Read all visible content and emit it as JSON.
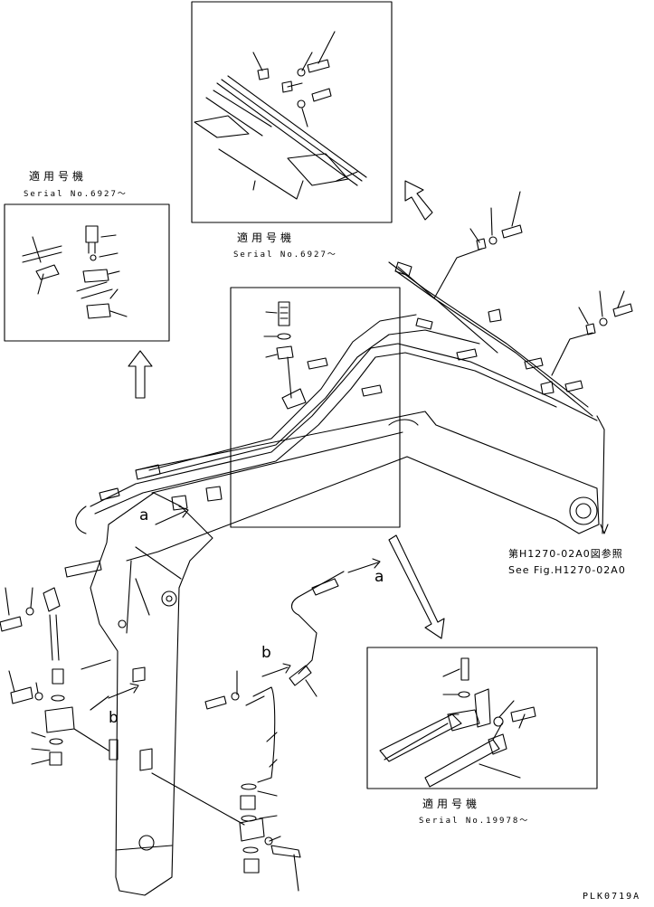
{
  "insets": [
    {
      "id": "top",
      "model_label": "適用号機",
      "serial_label": "Serial No.6927～"
    },
    {
      "id": "left",
      "model_label": "適用号機",
      "serial_label": "Serial No.6927～"
    },
    {
      "id": "bottom-right",
      "model_label": "適用号機",
      "serial_label": "Serial No.19978～"
    }
  ],
  "reference": {
    "jp": "第H1270-02A0図参照",
    "en": "See Fig.H1270-02A0"
  },
  "view_markers": {
    "a": "a",
    "b": "b"
  },
  "drawing_code": "PLK0719A"
}
